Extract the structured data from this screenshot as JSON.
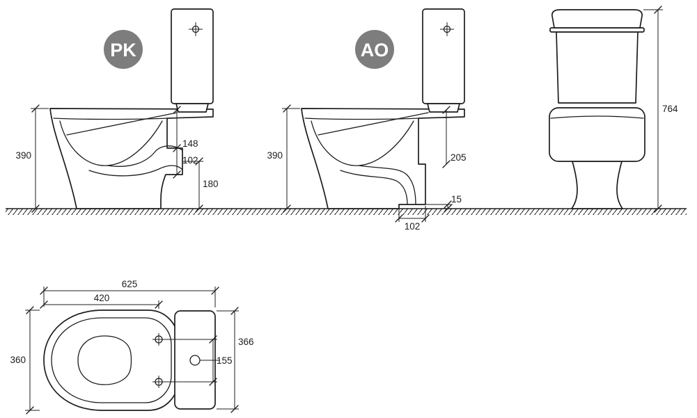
{
  "badges": {
    "pk": "PK",
    "ao": "AO"
  },
  "dims": {
    "pk_height": "390",
    "pk_outlet_top": "148",
    "pk_outlet_diameter": "102",
    "pk_outlet_center_height": "180",
    "ao_height": "390",
    "ao_outlet_top": "205",
    "ao_floor_gap": "15",
    "ao_outlet_offset": "102",
    "front_total_height": "764",
    "plan_overall_length": "625",
    "plan_bowl_length": "420",
    "plan_bowl_width": "360",
    "plan_cistern_width": "366",
    "plan_hole_spacing": "155"
  },
  "colors": {
    "line": "#1c1c1c",
    "badge_bg": "#7d7d7d",
    "badge_text": "#ffffff",
    "background": "#ffffff"
  }
}
